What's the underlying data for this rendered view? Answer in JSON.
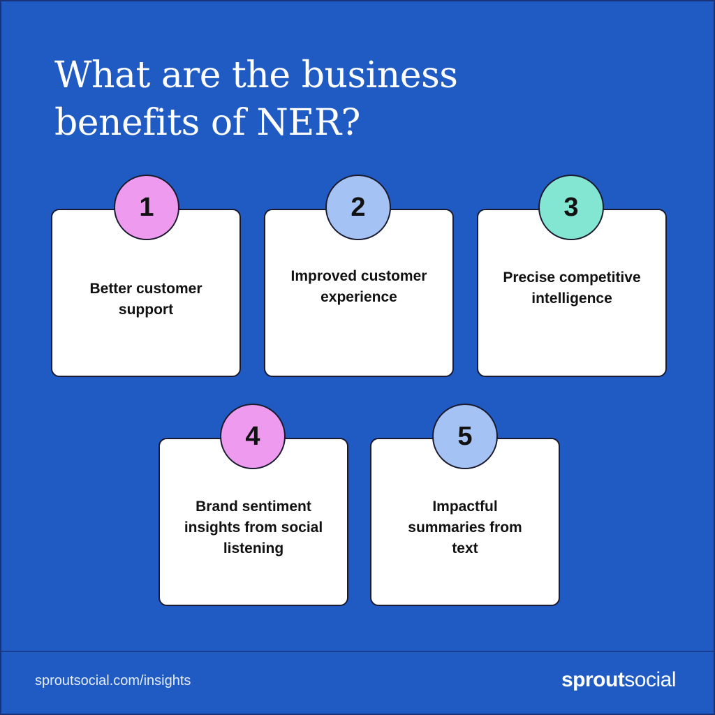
{
  "title": "What are the business benefits of NER?",
  "colors": {
    "background": "#205bc4",
    "pink": "#ee9bef",
    "blue": "#a5c2f5",
    "teal": "#83e6d2"
  },
  "benefits": [
    {
      "number": "1",
      "label": "Better customer support",
      "color": "#ee9bef"
    },
    {
      "number": "2",
      "label": "Improved customer experience",
      "color": "#a5c2f5"
    },
    {
      "number": "3",
      "label": "Precise competitive intelligence",
      "color": "#83e6d2"
    },
    {
      "number": "4",
      "label": "Brand sentiment insights from social listening",
      "color": "#ee9bef"
    },
    {
      "number": "5",
      "label": "Impactful summaries from text",
      "color": "#a5c2f5"
    }
  ],
  "footer": {
    "url": "sproutsocial.com/insights",
    "logo_bold": "sprout",
    "logo_light": "social"
  }
}
